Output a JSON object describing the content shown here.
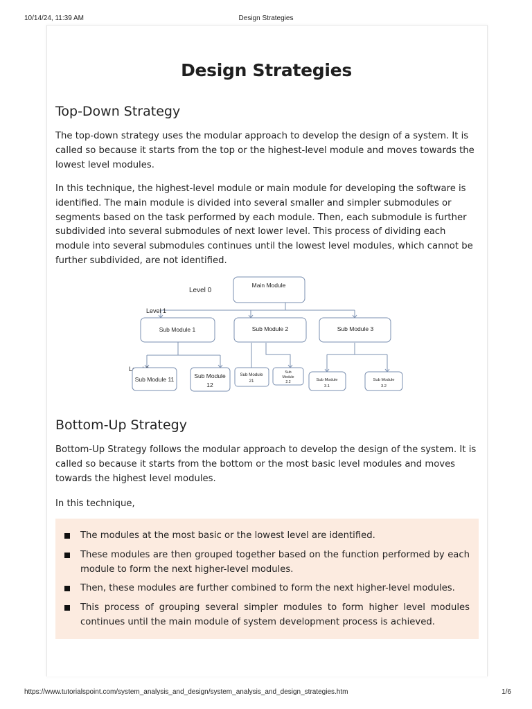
{
  "print_header": {
    "timestamp": "10/14/24, 11:39 AM",
    "title": "Design Strategies"
  },
  "page": {
    "title": "Design Strategies",
    "top_down": {
      "heading": "Top-Down Strategy",
      "para1": "The top-down strategy uses the modular approach to develop the design of a system. It is called so because it starts from the top or the highest-level module and moves towards the lowest level modules.",
      "para2": "In this technique, the highest-level module or main module for developing the software is identified. The main module is divided into several smaller and simpler submodules or segments based on the task performed by each module. Then, each submodule is further subdivided into several submodules of next lower level. This process of dividing each module into several submodules continues until the lowest level modules, which cannot be further subdivided, are not identified."
    },
    "diagram": {
      "level0": "Level 0",
      "level1": "Level 1",
      "level2": "Level 2",
      "main": "Main Module",
      "sub1": "Sub Module 1",
      "sub2": "Sub Module 2",
      "sub3": "Sub Module 3",
      "sub11": "Sub Module 11",
      "sub12_a": "Sub Module",
      "sub12_b": "12",
      "sub21_a": "Sub Module",
      "sub21_b": "21",
      "sub22_a": "Sub",
      "sub22_b": "Module",
      "sub22_c": "2.2",
      "sub31_a": "Sub Module",
      "sub31_b": "3.1",
      "sub32_a": "Sub Module",
      "sub32_b": "3.2"
    },
    "bottom_up": {
      "heading": "Bottom-Up Strategy",
      "para1": "Bottom-Up Strategy follows the modular approach to develop the design of the system. It is called so because it starts from the bottom or the most basic level modules and moves towards the highest level modules.",
      "para2": "In this technique,",
      "bullets": [
        "The modules at the most basic or the lowest level are identified.",
        "These modules are then grouped together based on the function performed by each module to form the next higher-level modules.",
        "Then, these modules are further combined to form the next higher-level modules.",
        "This process of grouping several simpler modules to form higher level modules continues until the main module of system development process is achieved."
      ]
    }
  },
  "print_footer": {
    "url": "https://www.tutorialspoint.com/system_analysis_and_design/system_analysis_and_design_strategies.htm",
    "page": "1/6"
  },
  "colors": {
    "highlight_box": "#fcebe0",
    "diagram_stroke": "#7a8fb0"
  }
}
